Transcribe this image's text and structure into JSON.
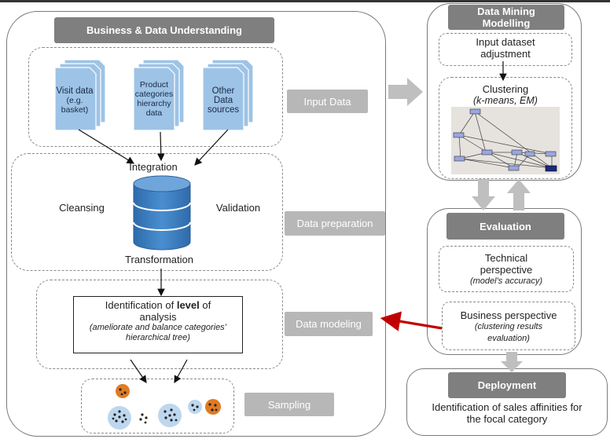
{
  "colors": {
    "header_bg": "#7f7f7f",
    "tag_bg": "#b7b7b7",
    "doc_fill": "#9dc3e6",
    "db_fill": "#3f7fc0",
    "arrow_red": "#c00000",
    "orange_cluster": "#e07b24",
    "blue_cluster": "#bdd7ee"
  },
  "left_panel": {
    "header": "Business & Data Understanding",
    "sources": [
      {
        "label_line1": "Visit data",
        "label_line2": "(e.g.",
        "label_line3": "basket)"
      },
      {
        "label_line1": "Product",
        "label_line2": "categories",
        "label_line3": "hierarchy",
        "label_line4": "data"
      },
      {
        "label_line1": "Other",
        "label_line2": "Data",
        "label_line3": "sources"
      }
    ],
    "input_tag": "Input Data",
    "prep": {
      "integration": "Integration",
      "cleansing": "Cleansing",
      "validation": "Validation",
      "transformation": "Transformation",
      "tag": "Data preparation"
    },
    "modeling": {
      "title_pre": "Identification of ",
      "title_bold": "level",
      "title_post": " of",
      "title_line2": "analysis",
      "subtitle": "(ameliorate and balance categories’ hierarchical tree)",
      "tag": "Data modeling"
    },
    "sampling_tag": "Sampling"
  },
  "dm_panel": {
    "header_line1": "Data Mining",
    "header_line2": "Modelling",
    "input_adj_line1": "Input dataset",
    "input_adj_line2": "adjustment",
    "clustering": "Clustering",
    "clustering_sub": "(k-means, EM)"
  },
  "evaluation": {
    "header": "Evaluation",
    "technical": "Technical",
    "technical_line2": "perspective",
    "technical_sub": "(model’s accuracy)",
    "business": "Business perspective",
    "business_sub_line1": "(clustering results",
    "business_sub_line2": "evaluation)"
  },
  "deployment": {
    "header": "Deployment",
    "text_line1": "Identification of sales affinities for",
    "text_line2": "the focal category"
  }
}
